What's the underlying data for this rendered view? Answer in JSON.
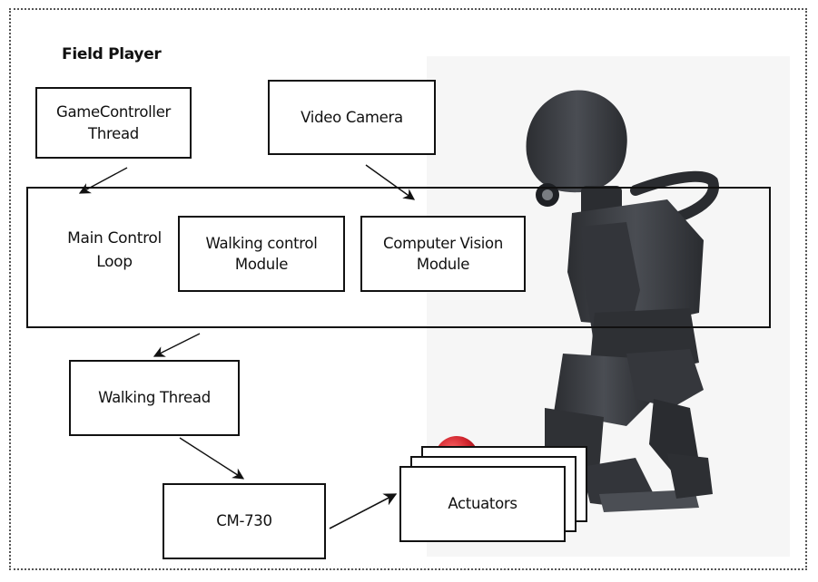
{
  "title": "Field Player",
  "boxes": {
    "gamecontroller": "GameController\nThread",
    "video_camera": "Video Camera",
    "main_loop": "Main Control\nLoop",
    "walking_control": "Walking control\nModule",
    "computer_vision": "Computer Vision\nModule",
    "walking_thread": "Walking Thread",
    "cm730": "CM-730",
    "actuators": "Actuators"
  },
  "colors": {
    "ball": "#c8202a",
    "robot_body": "#3b3d42",
    "robot_dark": "#25272b"
  },
  "image": {
    "subject": "humanoid-robot-with-ball"
  }
}
